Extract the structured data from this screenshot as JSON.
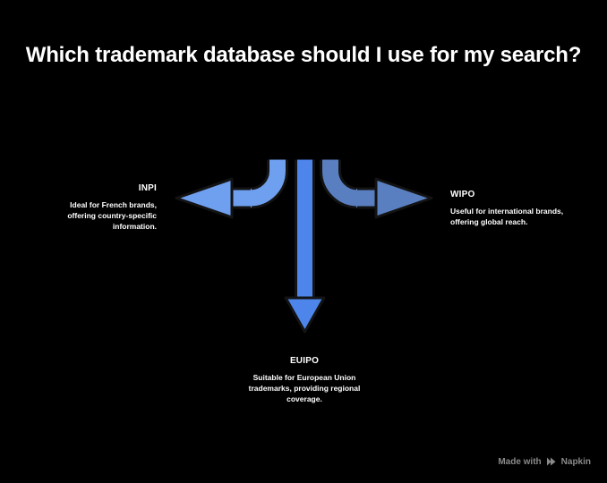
{
  "title": "Which trademark database should I use for my search?",
  "background_color": "#000000",
  "diagram": {
    "type": "three-way-split-arrow",
    "branches": [
      {
        "id": "inpi",
        "heading": "INPI",
        "description": "Ideal for French brands, offering country-specific information.",
        "direction": "left",
        "arrow_color": "#6f9fef",
        "arrow_stroke": "#1b1b1b"
      },
      {
        "id": "euipo",
        "heading": "EUIPO",
        "description": "Suitable for European Union trademarks, providing regional coverage.",
        "direction": "down",
        "arrow_color": "#4d85ea",
        "arrow_stroke": "#1b1b1b"
      },
      {
        "id": "wipo",
        "heading": "WIPO",
        "description": "Useful for international brands, offering global reach.",
        "direction": "right",
        "arrow_color": "#5a7fc0",
        "arrow_stroke": "#1b1b1b"
      }
    ]
  },
  "watermark": {
    "text": "Made with",
    "brand": "Napkin",
    "logo_icon": "napkin-play-icon",
    "color": "#8a8a8a"
  }
}
